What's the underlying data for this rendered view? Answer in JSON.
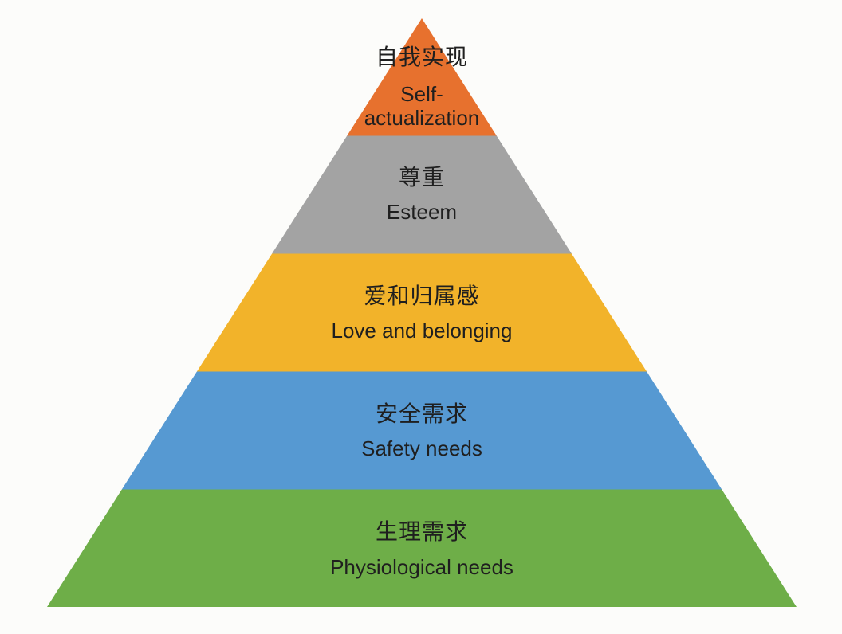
{
  "diagram": {
    "background": "#FCFCFA",
    "text_color": "#1F1F1F",
    "levels": [
      {
        "rank": 1,
        "zh": "自我实现",
        "en_line1": "Self-",
        "en_line2": "actualization",
        "color": "#E7712E"
      },
      {
        "rank": 2,
        "zh": "尊重",
        "en": "Esteem",
        "color": "#A3A3A3"
      },
      {
        "rank": 3,
        "zh": "爱和归属感",
        "en": "Love and belonging",
        "color": "#F2B32A"
      },
      {
        "rank": 4,
        "zh": "安全需求",
        "en": "Safety needs",
        "color": "#5699D2"
      },
      {
        "rank": 5,
        "zh": "生理需求",
        "en": "Physiological needs",
        "color": "#6EAE48"
      }
    ]
  }
}
